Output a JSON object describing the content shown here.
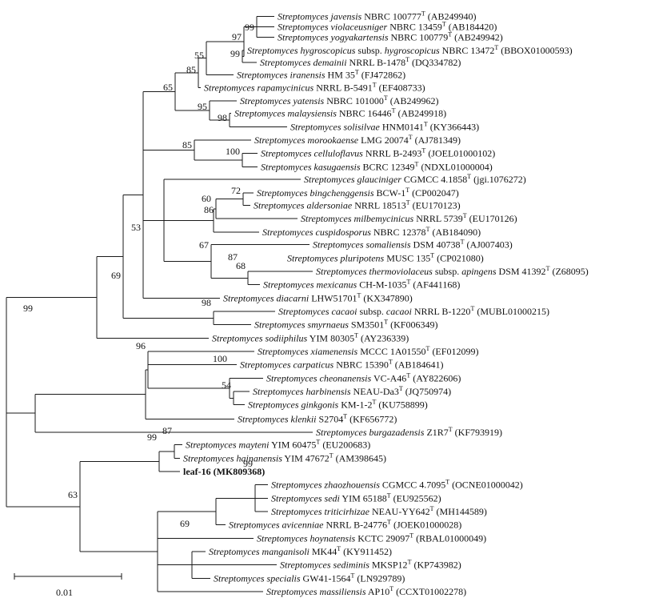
{
  "tree": {
    "scale_bar_label": "0.01",
    "highlight_color": "#000000",
    "leaves": [
      {
        "sp": "Streptomyces javensis",
        "st": "NBRC 100777",
        "t": true,
        "acc": "(AB249940)"
      },
      {
        "sp": "Streptomyces violaceusniger",
        "st": "NBRC 13459",
        "t": true,
        "acc": "(AB184420)"
      },
      {
        "sp": "Streptomyces yogyakartensis",
        "st": "NBRC 100779",
        "t": true,
        "acc": "(AB249942)"
      },
      {
        "sp": "Streptomyces hygroscopicus",
        "mid": "subsp.",
        "sp2": "hygroscopicus",
        "st": "NBRC 13472",
        "t": true,
        "acc": "(BBOX01000593)"
      },
      {
        "sp": "Streptomyces demainii",
        "st": "NRRL B-1478",
        "t": true,
        "acc": "(DQ334782)"
      },
      {
        "sp": "Streptomyces iranensis",
        "st": "HM 35",
        "t": true,
        "acc": "(FJ472862)"
      },
      {
        "sp": "Streptomyces rapamycinicus",
        "st": "NRRL B-5491",
        "t": true,
        "acc": "(EF408733)"
      },
      {
        "sp": "Streptomyces yatensis",
        "st": "NBRC 101000",
        "t": true,
        "acc": "(AB249962)"
      },
      {
        "sp": "Streptomyces malaysiensis",
        "st": "NBRC 16446",
        "t": true,
        "acc": "(AB249918)"
      },
      {
        "sp": "Streptomyces solisilvae",
        "st": "HNM0141",
        "t": true,
        "acc": "(KY366443)"
      },
      {
        "sp": "Streptomyces morookaense",
        "st": "LMG 20074",
        "t": true,
        "acc": "(AJ781349)"
      },
      {
        "sp": "Streptomyces celluloflavus",
        "st": "NRRL B-2493",
        "t": true,
        "acc": "(JOEL01000102)"
      },
      {
        "sp": "Streptomyces kasugaensis",
        "st": "BCRC 12349",
        "t": true,
        "acc": "(NDXL01000004)"
      },
      {
        "sp": "Streptomyces glauciniger",
        "st": "CGMCC 4.1858",
        "t": true,
        "acc": "(jgi.1076272)"
      },
      {
        "sp": "Streptomyces bingchenggensis",
        "st": "BCW-1",
        "t": true,
        "acc": "(CP002047)"
      },
      {
        "sp": "Streptomyces aldersoniae",
        "st": "NRRL 18513",
        "t": true,
        "acc": "(EU170123)"
      },
      {
        "sp": "Streptomyces milbemycinicus",
        "st": "NRRL 5739",
        "t": true,
        "acc": "(EU170126)"
      },
      {
        "sp": "Streptomyces cuspidosporus",
        "st": "NBRC 12378",
        "t": true,
        "acc": "(AB184090)"
      },
      {
        "sp": "Streptomyces somaliensis",
        "st": "DSM 40738",
        "t": true,
        "acc": "(AJ007403)"
      },
      {
        "sp": "Streptomyces pluripotens",
        "st": "MUSC 135",
        "t": true,
        "acc": "(CP021080)"
      },
      {
        "sp": "Streptomyces thermoviolaceus",
        "mid": "subsp.",
        "sp2": "apingens",
        "st": "DSM 41392",
        "t": true,
        "acc": "(Z68095)"
      },
      {
        "sp": "Streptomyces mexicanus",
        "st": "CH-M-1035",
        "t": true,
        "acc": "(AF441168)"
      },
      {
        "sp": "Streptomyces diacarni",
        "st": "LHW51701",
        "t": true,
        "acc": "(KX347890)"
      },
      {
        "sp": "Streptomyces cacaoi",
        "mid": "subsp.",
        "sp2": "cacaoi",
        "st": "NRRL B-1220",
        "t": true,
        "acc": "(MUBL01000215)"
      },
      {
        "sp": "Streptomyces smyrnaeus",
        "st": "SM3501",
        "t": true,
        "acc": "(KF006349)"
      },
      {
        "sp": "Streptomyces sodiiphilus",
        "st": "YIM 80305",
        "t": true,
        "acc": "(AY236339)"
      },
      {
        "sp": "Streptomyces xiamenensis",
        "st": "MCCC 1A01550",
        "t": true,
        "acc": "(EF012099)"
      },
      {
        "sp": "Streptomyces carpaticus",
        "st": "NBRC 15390",
        "t": true,
        "acc": "(AB184641)"
      },
      {
        "sp": "Streptomyces cheonanensis",
        "st": "VC-A46",
        "t": true,
        "acc": "(AY822606)"
      },
      {
        "sp": "Streptomyces harbinensis",
        "st": "NEAU-Da3",
        "t": true,
        "acc": "(JQ750974)"
      },
      {
        "sp": "Streptomyces ginkgonis",
        "st": "KM-1-2",
        "t": true,
        "acc": "(KU758899)"
      },
      {
        "sp": "Streptomyces klenkii",
        "st": "S2704",
        "t": true,
        "acc": "(KF656772)"
      },
      {
        "sp": "Streptomyces burgazadensis",
        "st": "Z1R7",
        "t": true,
        "acc": "(KF793919)"
      },
      {
        "sp": "Streptomyces mayteni",
        "st": "YIM 60475",
        "t": true,
        "acc": "(EU200683)"
      },
      {
        "sp": "Streptomyces hainanensis",
        "st": "YIM 47672",
        "t": true,
        "acc": "(AM398645)"
      },
      {
        "bold": "leaf-16 (MK809368)"
      },
      {
        "sp": "Streptomyces zhaozhouensis",
        "st": "CGMCC 4.7095",
        "t": true,
        "acc": "(OCNE01000042)"
      },
      {
        "sp": "Streptomyces sedi",
        "st": "YIM 65188",
        "t": true,
        "acc": "(EU925562)"
      },
      {
        "sp": "Streptomyces triticirhizae",
        "st": "NEAU-YY642",
        "t": true,
        "acc": "(MH144589)"
      },
      {
        "sp": "Streptomyces avicenniae",
        "st": "NRRL B-24776",
        "t": true,
        "acc": "(JOEK01000028)"
      },
      {
        "sp": "Streptomyces hoynatensis",
        "st": "KCTC 29097",
        "t": true,
        "acc": "(RBAL01000049)"
      },
      {
        "sp": "Streptomyces manganisoli",
        "st": "MK44",
        "t": true,
        "acc": "(KY911452)"
      },
      {
        "sp": "Streptomyces sediminis",
        "st": "MKSP12",
        "t": true,
        "acc": "(KP743982)"
      },
      {
        "sp": "Streptomyces specialis",
        "st": "GW41-1564",
        "t": true,
        "acc": "(LN929789)"
      },
      {
        "sp": "Streptomyces massiliensis",
        "st": "AP10",
        "t": true,
        "acc": "(CCXT01002278)"
      }
    ],
    "bootstrap": [
      {
        "node": "n1",
        "label": "99"
      },
      {
        "node": "n2",
        "label": "97"
      },
      {
        "node": "n_hd",
        "label": "99"
      },
      {
        "node": "n3",
        "label": "55"
      },
      {
        "node": "n4",
        "label": "85"
      },
      {
        "node": "n5",
        "label": "65"
      },
      {
        "node": "n6",
        "label": "95"
      },
      {
        "node": "n7",
        "label": "98"
      },
      {
        "node": "n8",
        "label": "85"
      },
      {
        "node": "n9",
        "label": "100"
      },
      {
        "node": "n10",
        "label": "72"
      },
      {
        "node": "n11",
        "label": "60"
      },
      {
        "node": "n12",
        "label": "86"
      },
      {
        "node": "n13",
        "label": "67"
      },
      {
        "node": "n14",
        "label": "87"
      },
      {
        "node": "n15",
        "label": "68"
      },
      {
        "node": "n16",
        "label": "53"
      },
      {
        "node": "n17",
        "label": "98"
      },
      {
        "node": "n18",
        "label": "69"
      },
      {
        "node": "n19",
        "label": "99"
      },
      {
        "node": "n20",
        "label": "96"
      },
      {
        "node": "n21",
        "label": "100"
      },
      {
        "node": "n22",
        "label": "54"
      },
      {
        "node": "n23",
        "label": "87"
      },
      {
        "node": "n24",
        "label": "99"
      },
      {
        "node": "n25",
        "label": "99"
      },
      {
        "node": "n26",
        "label": "63"
      },
      {
        "node": "n27",
        "label": "69"
      }
    ]
  }
}
